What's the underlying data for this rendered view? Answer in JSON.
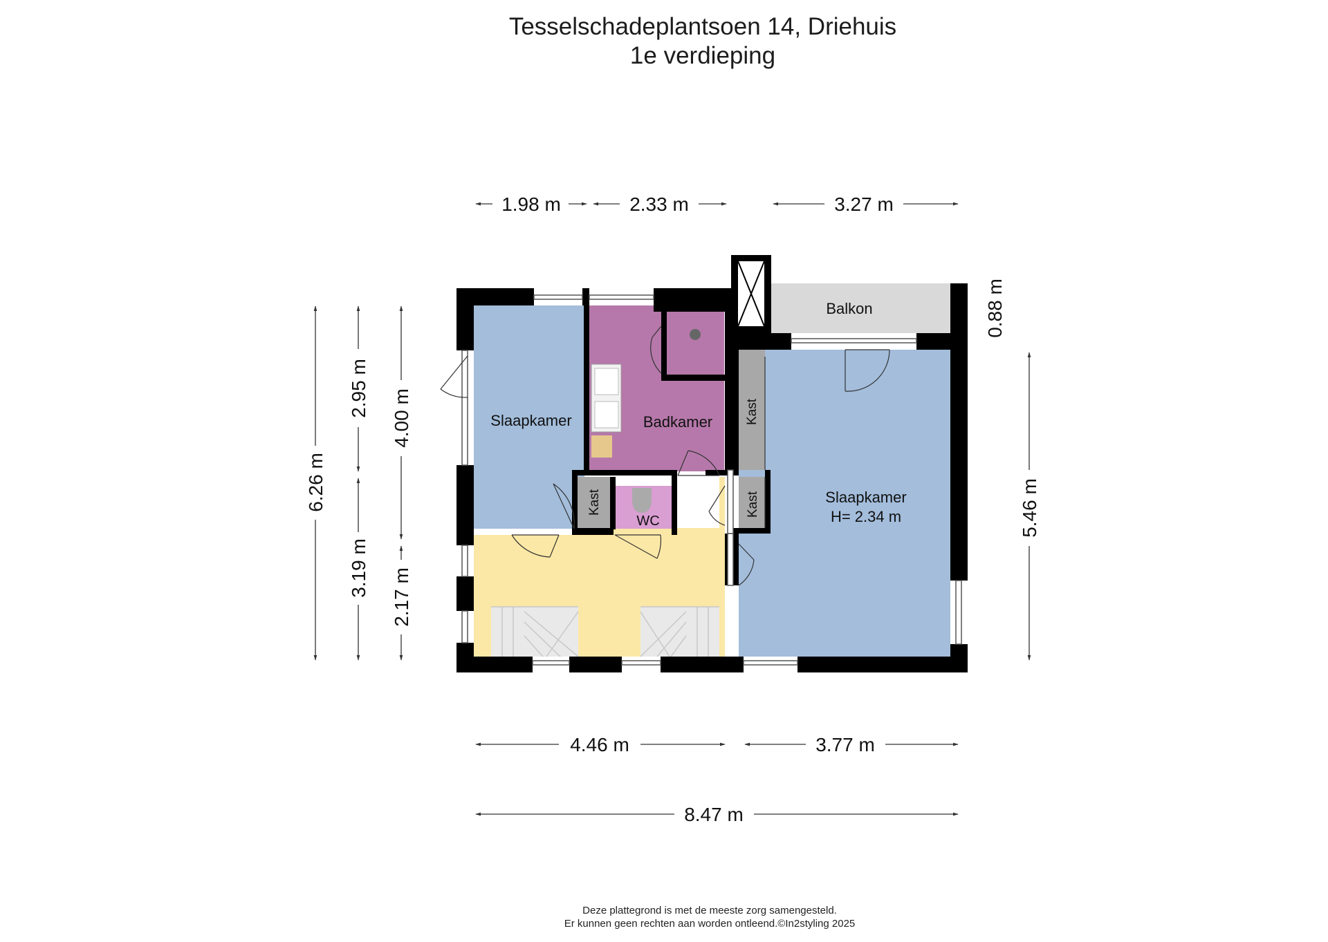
{
  "title": {
    "line1": "Tesselschadeplantsoen 14, Driehuis",
    "line2": "1e verdieping"
  },
  "rooms": {
    "slaapkamer_left": "Slaapkamer",
    "badkamer": "Badkamer",
    "kast_bath": "Kast",
    "kast_hall": "Kast",
    "kast_right": "Kast",
    "wc": "WC",
    "slaapkamer_right": "Slaapkamer",
    "slaapkamer_right_height": "H= 2.34 m",
    "balkon": "Balkon"
  },
  "dimensions": {
    "top_1": "1.98 m",
    "top_2": "2.33 m",
    "top_3": "3.27 m",
    "right_balkon": "0.88 m",
    "right_room": "5.46 m",
    "left_total": "6.26 m",
    "left_upper": "2.95 m",
    "left_lower": "3.19 m",
    "left_inner_upper": "4.00 m",
    "left_inner_lower": "2.17 m",
    "bottom_left": "4.46 m",
    "bottom_right": "3.77 m",
    "bottom_total": "8.47 m"
  },
  "colors": {
    "bedroom": "#a3bddb",
    "bathroom": "#b678aa",
    "hall": "#fbe8a6",
    "wc": "#d99ed2",
    "kast": "#a8a8a8",
    "balkon": "#d9d9d9",
    "wall": "#000000"
  },
  "disclaimer": {
    "line1": "Deze plattegrond is met de meeste zorg samengesteld.",
    "line2": "Er kunnen geen rechten aan worden ontleend.©In2styling 2025"
  }
}
